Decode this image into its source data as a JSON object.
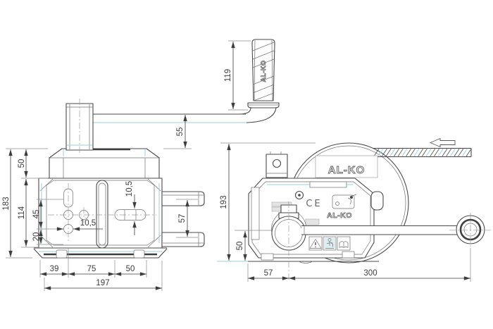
{
  "front": {
    "dims": {
      "handle_length": "119",
      "crank_offset": "55",
      "overall_height": "183",
      "top_height": "50",
      "body_height": "114",
      "hole_span_upper": "45",
      "hole_span_lower": "20",
      "hole_dia": "10,5",
      "slot_dia": "10,5",
      "bracket_span": "57",
      "base_a": "39",
      "base_b": "75",
      "base_c": "50",
      "overall_width": "197"
    }
  },
  "side": {
    "dims": {
      "overall_height": "193",
      "hub_height": "50",
      "base_a": "57",
      "base_b": "300"
    }
  },
  "branding": {
    "handle_logo": "AL-KO",
    "drum_logo": "AL-KO",
    "housing_logo": "AL-KO"
  },
  "marks": {
    "ce": "CE"
  },
  "colors": {
    "line": "#4a4a4a",
    "accent_cyan": "#9ccfd8",
    "text": "#3d3d3d"
  }
}
